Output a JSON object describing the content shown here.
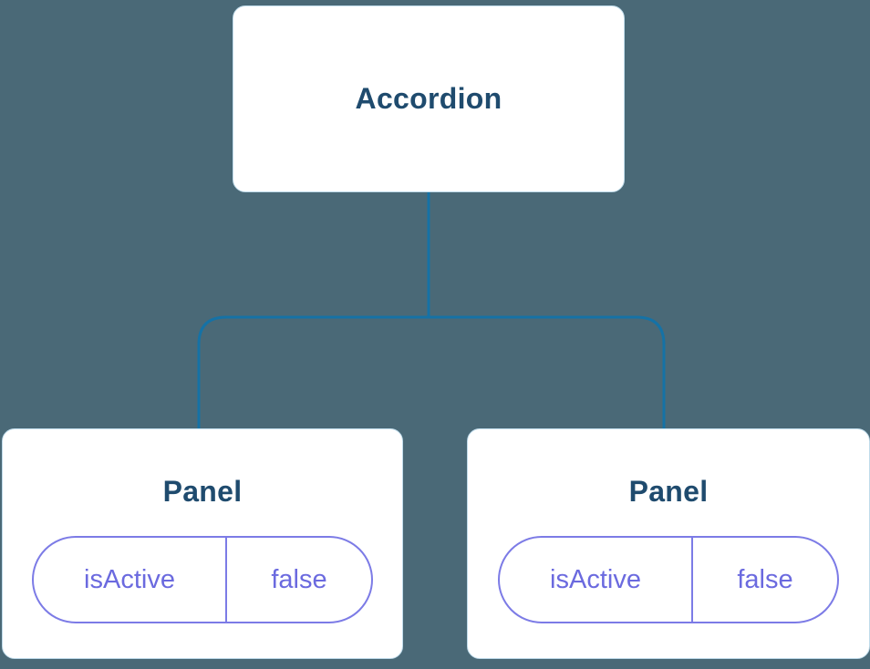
{
  "diagram": {
    "colors": {
      "background": "#4A6977",
      "line": "#1572A6",
      "title": "#1F4B6E",
      "state": "#6B6ADF",
      "pill-border": "#7C7BE6"
    },
    "root": {
      "label": "Accordion"
    },
    "children": [
      {
        "label": "Panel",
        "state": {
          "key": "isActive",
          "value": "false"
        }
      },
      {
        "label": "Panel",
        "state": {
          "key": "isActive",
          "value": "false"
        }
      }
    ]
  }
}
